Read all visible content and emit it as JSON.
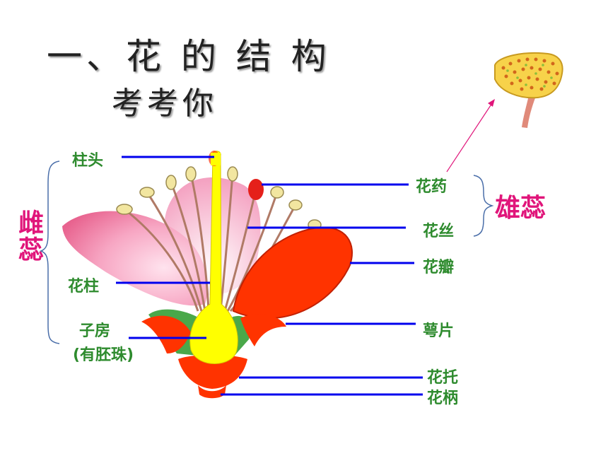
{
  "title": "一、花 的 结 构",
  "subtitle": "考考你",
  "labels": {
    "stigma": "柱头",
    "style": "花柱",
    "ovary": "子房",
    "ovary_note": "(有胚珠)",
    "anther": "花药",
    "filament": "花丝",
    "petal": "花瓣",
    "sepal": "萼片",
    "receptacle": "花托",
    "pedicel": "花柄",
    "pistil": "雌蕊",
    "stamen": "雄蕊"
  },
  "colors": {
    "label_green": "#2e8b2e",
    "group_magenta": "#e0157a",
    "leader_blue": "#0000ee"
  }
}
